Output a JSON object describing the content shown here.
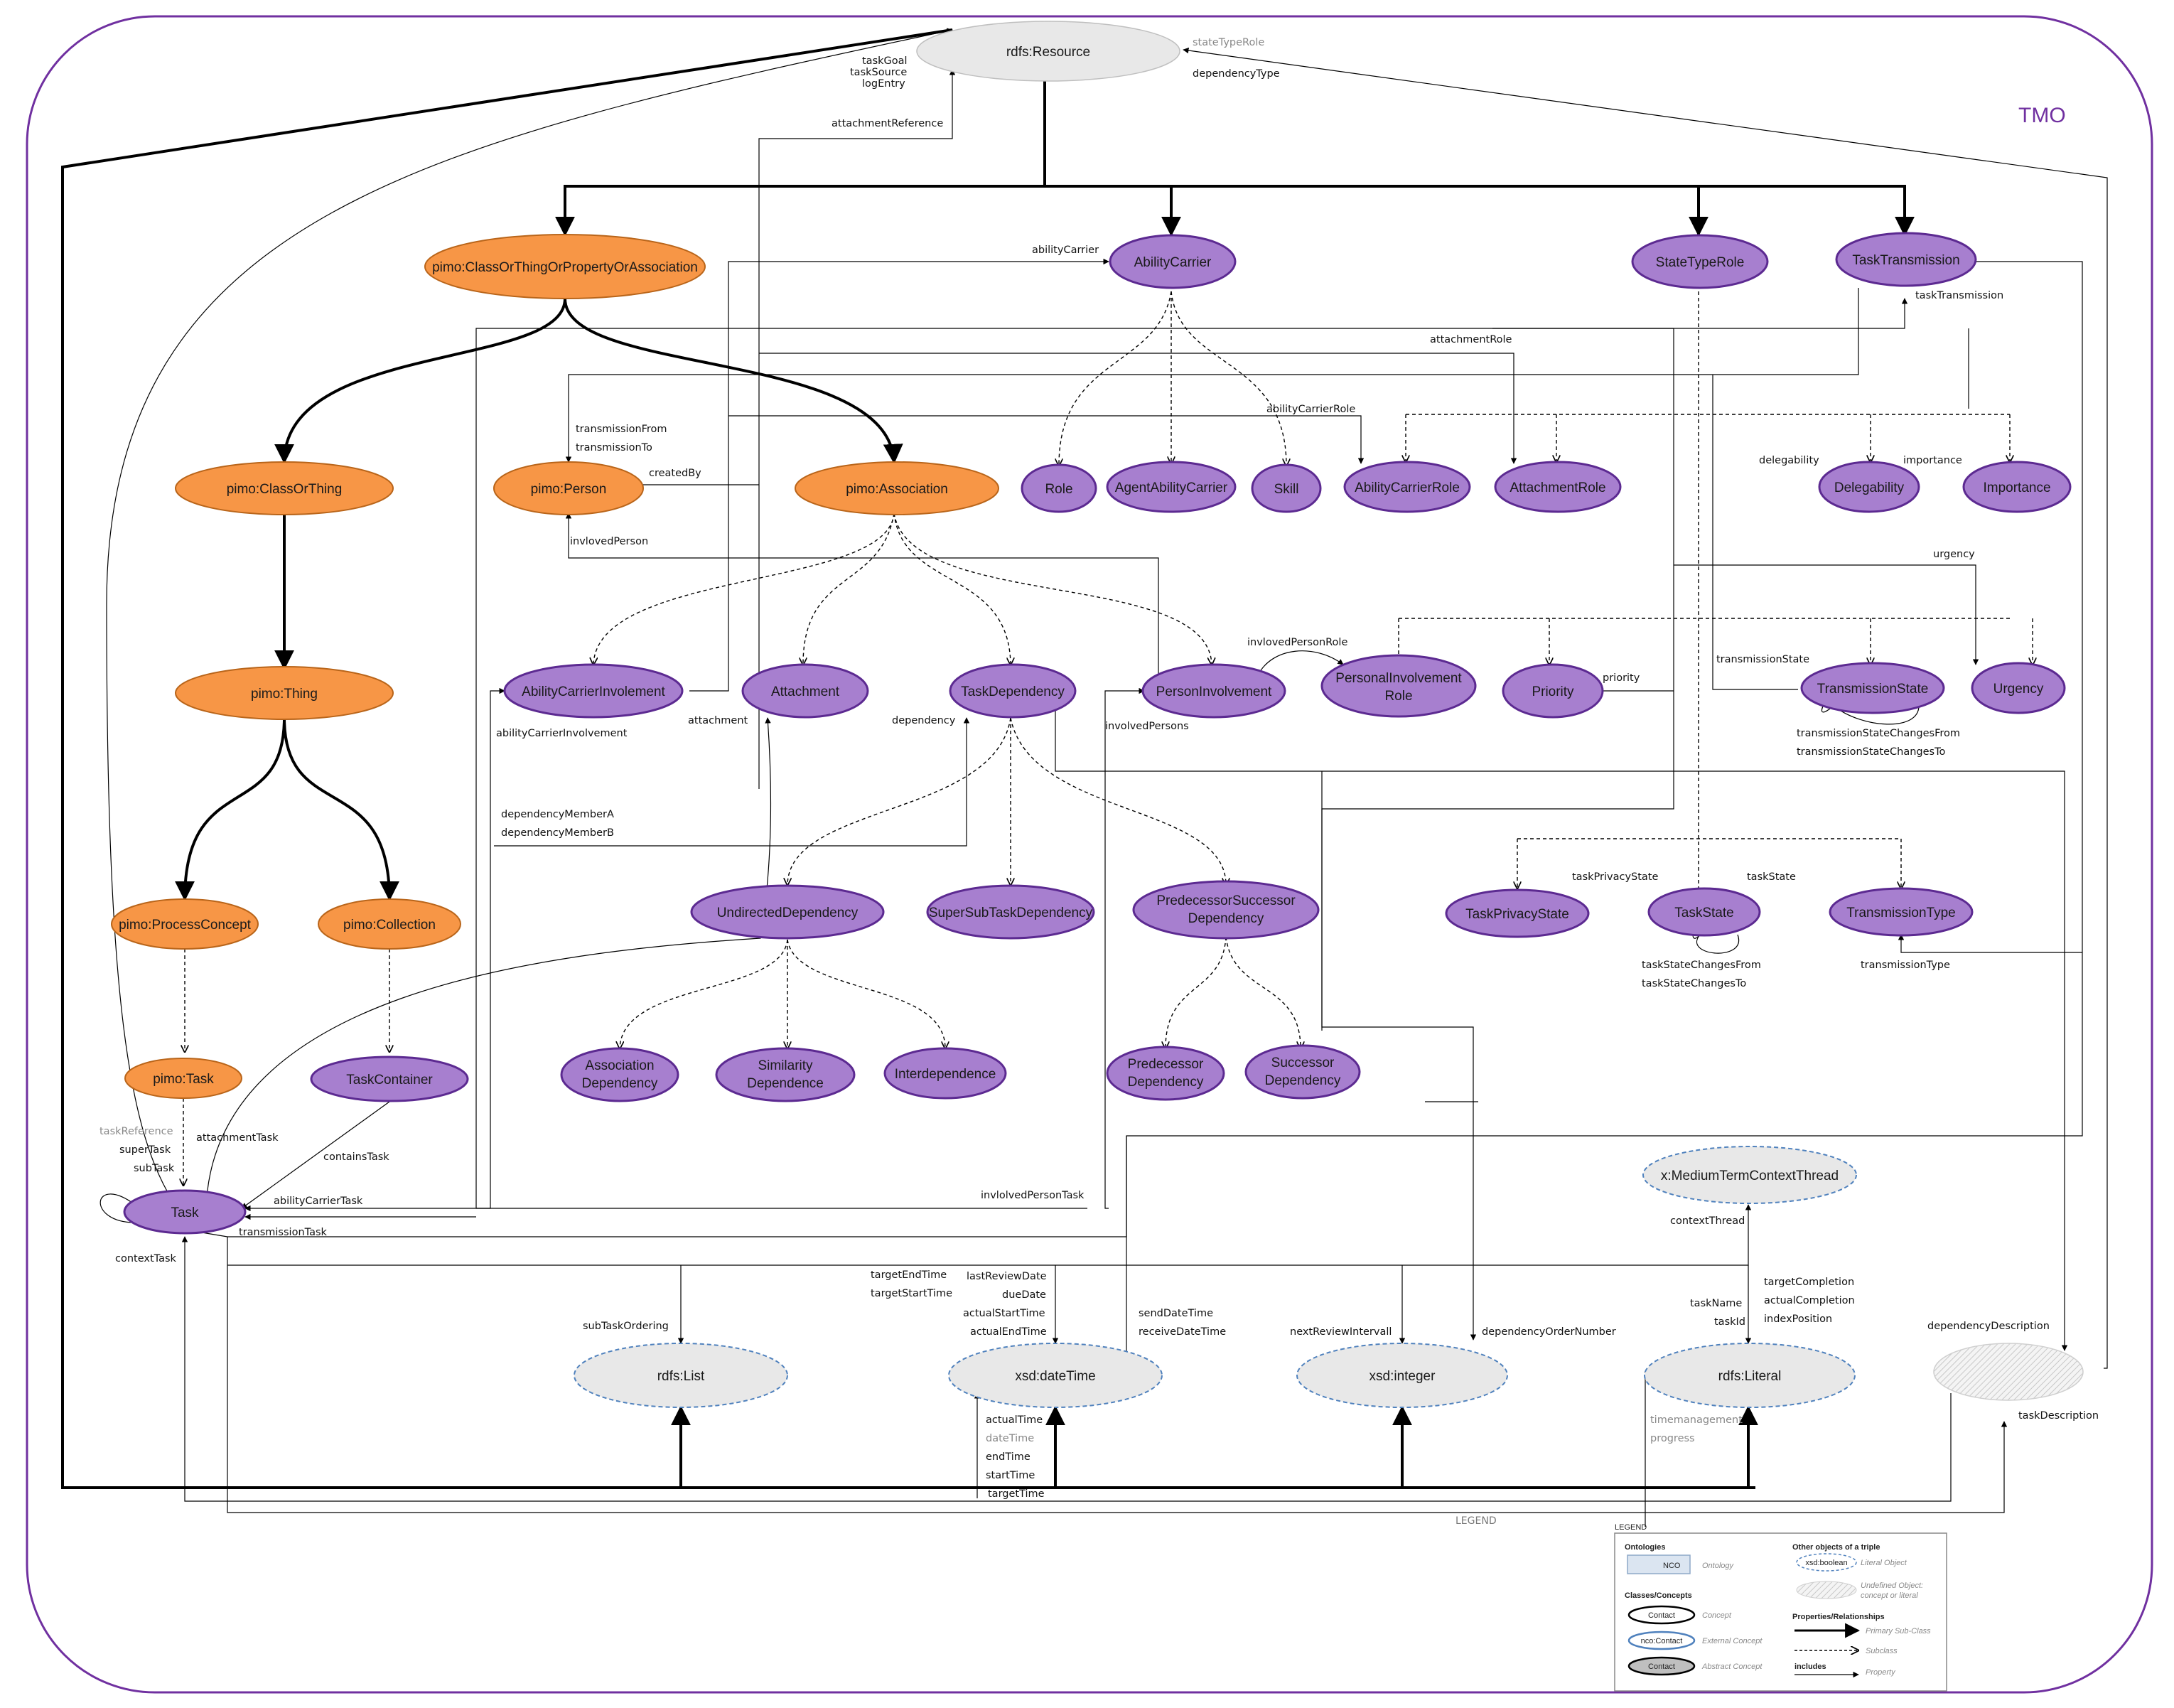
{
  "title": "TMO",
  "colors": {
    "frame": "#7030a0",
    "orange_fill": "#f79646",
    "orange_stroke": "#b9651a",
    "purple_fill": "#a77fcf",
    "purple_stroke": "#5c2a91",
    "gray_fill": "#e8e8e8",
    "dashed_stroke": "#4f81bd",
    "line": "#000000"
  },
  "nodes": {
    "resource": "rdfs:Resource",
    "classOrThingOrProp": "pimo:ClassOrThingOrPropertyOrAssociation",
    "classOrThing": "pimo:ClassOrThing",
    "thing": "pimo:Thing",
    "processConcept": "pimo:ProcessConcept",
    "collection": "pimo:Collection",
    "pimoTask": "pimo:Task",
    "taskContainer": "TaskContainer",
    "task": "Task",
    "person": "pimo:Person",
    "association": "pimo:Association",
    "abilityCarrier": "AbilityCarrier",
    "stateTypeRole": "StateTypeRole",
    "taskTransmission": "TaskTransmission",
    "role": "Role",
    "agentAbilityCarrier": "AgentAbilityCarrier",
    "skill": "Skill",
    "abilityCarrierRole": "AbilityCarrierRole",
    "attachmentRole": "AttachmentRole",
    "delegability": "Delegability",
    "importance": "Importance",
    "abilityCarrierInvolvement": "AbilityCarrierInvolement",
    "attachment": "Attachment",
    "taskDependency": "TaskDependency",
    "personInvolvement": "PersonInvolvement",
    "personalInvolvementRole_1": "PersonalInvolvement",
    "personalInvolvementRole_2": "Role",
    "priority": "Priority",
    "transmissionState": "TransmissionState",
    "urgency": "Urgency",
    "undirectedDependency": "UndirectedDependency",
    "superSubTaskDependency": "SuperSubTaskDependency",
    "predSucc_1": "PredecessorSuccessor",
    "predSucc_2": "Dependency",
    "taskPrivacyState": "TaskPrivacyState",
    "taskState": "TaskState",
    "transmissionType": "TransmissionType",
    "assocDep_1": "Association",
    "assocDep_2": "Dependency",
    "simDep_1": "Similarity",
    "simDep_2": "Dependence",
    "interdependence": "Interdependence",
    "predDep_1": "Predecessor",
    "predDep_2": "Dependency",
    "succDep_1": "Successor",
    "succDep_2": "Dependency",
    "mediumTerm": "x:MediumTermContextThread",
    "rdfsList": "rdfs:List",
    "xsdDateTime": "xsd:dateTime",
    "xsdInteger": "xsd:integer",
    "rdfsLiteral": "rdfs:Literal"
  },
  "edge_labels": {
    "stateTypeRole_prop": "stateTypeRole",
    "dependencyType": "dependencyType",
    "taskGoal": "taskGoal",
    "taskSource": "taskSource",
    "logEntry": "logEntry",
    "attachmentReference": "attachmentReference",
    "abilityCarrier": "abilityCarrier",
    "taskTransmission": "taskTransmission",
    "attachmentRole": "attachmentRole",
    "abilityCarrierRole": "abilityCarrierRole",
    "transmissionFrom": "transmissionFrom",
    "transmissionTo": "transmissionTo",
    "createdBy": "createdBy",
    "delegability": "delegability",
    "importance": "importance",
    "involvedPerson": "invlovedPerson",
    "urgency": "urgency",
    "involvedPersonRole": "invlovedPersonRole",
    "transmissionState": "transmissionState",
    "priority": "priority",
    "abilityCarrierInvolvement": "abilityCarrierInvolvement",
    "attachment": "attachment",
    "dependency": "dependency",
    "involvedPersons": "involvedPersons",
    "tsChangesFrom": "transmissionStateChangesFrom",
    "tsChangesTo": "transmissionStateChangesTo",
    "dependencyMemberA": "dependencyMemberA",
    "dependencyMemberB": "dependencyMemberB",
    "taskPrivacyState": "taskPrivacyState",
    "taskState": "taskState",
    "taskStateChangesFrom": "taskStateChangesFrom",
    "taskStateChangesTo": "taskStateChangesTo",
    "transmissionType": "transmissionType",
    "taskReference": "taskReference",
    "superTask": "superTask",
    "subTask": "subTask",
    "attachmentTask": "attachmentTask",
    "containsTask": "containsTask",
    "abilityCarrierTask": "abilityCarrierTask",
    "involvedPersonTask": "invlolvedPersonTask",
    "transmissionTask": "transmissionTask",
    "contextTask": "contextTask",
    "contextThread": "contextThread",
    "targetEndTime": "targetEndTime",
    "targetStartTime": "targetStartTime",
    "lastReviewDate": "lastReviewDate",
    "dueDate": "dueDate",
    "actualStartTime": "actualStartTime",
    "actualEndTime": "actualEndTime",
    "sendDateTime": "sendDateTime",
    "receiveDateTime": "receiveDateTime",
    "subTaskOrdering": "subTaskOrdering",
    "nextReviewIntervall": "nextReviewIntervall",
    "dependencyOrderNumber": "dependencyOrderNumber",
    "taskName": "taskName",
    "taskId": "taskId",
    "targetCompletion": "targetCompletion",
    "actualCompletion": "actualCompletion",
    "indexPosition": "indexPosition",
    "dependencyDescription": "dependencyDescription",
    "taskDescription": "taskDescription",
    "actualTime": "actualTime",
    "dateTime": "dateTime",
    "endTime": "endTime",
    "startTime": "startTime",
    "targetTime": "targetTime",
    "timemanagement": "timemanagement",
    "progress": "progress"
  },
  "legend": {
    "caption_big": "LEGEND",
    "caption_small": "LEGEND",
    "ontologies": "Ontologies",
    "ontology_sample": "NCO",
    "ontology_desc": "Ontology",
    "classes": "Classes/Concepts",
    "concept_sample": "Contact",
    "concept_desc": "Concept",
    "external_sample": "nco:Contact",
    "external_desc": "External Concept",
    "abstract_sample": "Contact",
    "abstract_desc": "Abstract Concept",
    "other_objects": "Other objects of a triple",
    "literal_sample": "xsd:boolean",
    "literal_desc": "Literal Object",
    "undefined_desc_1": "Undefined Object:",
    "undefined_desc_2": "concept or literal",
    "props": "Properties/Relationships",
    "primary_desc": "Primary Sub-Class",
    "subclass_desc": "Subclass",
    "includes": "includes",
    "property_desc": "Property"
  }
}
